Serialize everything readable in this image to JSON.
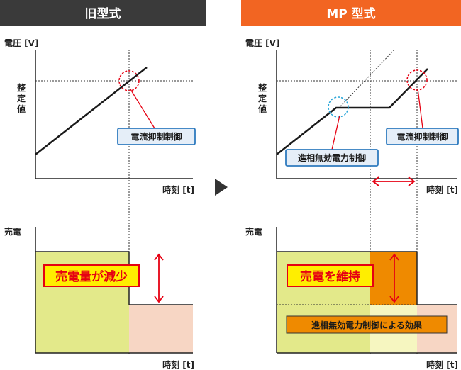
{
  "panels": {
    "left": {
      "header": "旧型式",
      "voltage_label": "電圧 [V]",
      "setpoint_label": [
        "整",
        "定",
        "値"
      ],
      "time_label": "時刻 [t]",
      "callout": "電流抑制制御",
      "power_label": "売電",
      "power_callout": "売電量が減少",
      "power_time_label": "時刻 [t]"
    },
    "right": {
      "header": "MP 型式",
      "voltage_label": "電圧 [V]",
      "setpoint_label": [
        "整",
        "定",
        "値"
      ],
      "time_label": "時刻 [t]",
      "callout_reactive": "進相無効電力制御",
      "callout_current": "電流抑制制御",
      "power_label": "売電",
      "power_callout": "売電を維持",
      "effect_label": "進相無効電力制御による効果",
      "power_time_label": "時刻 [t]"
    }
  },
  "colors": {
    "header_dark": "#3a3a3a",
    "header_orange": "#f26522",
    "red": "#e60012",
    "callout_border": "#2f7bbf",
    "callout_fill": "#e5eef8",
    "area_green": "#e3e98a",
    "area_pink": "#f7d6c4",
    "area_orange": "#ef8a00",
    "area_pale": "#f6f6c0",
    "yellow": "#ffee00",
    "cyan": "#2aa6d8",
    "arrow": "#444444"
  },
  "icons": {
    "transition": "play-triangle-icon"
  }
}
